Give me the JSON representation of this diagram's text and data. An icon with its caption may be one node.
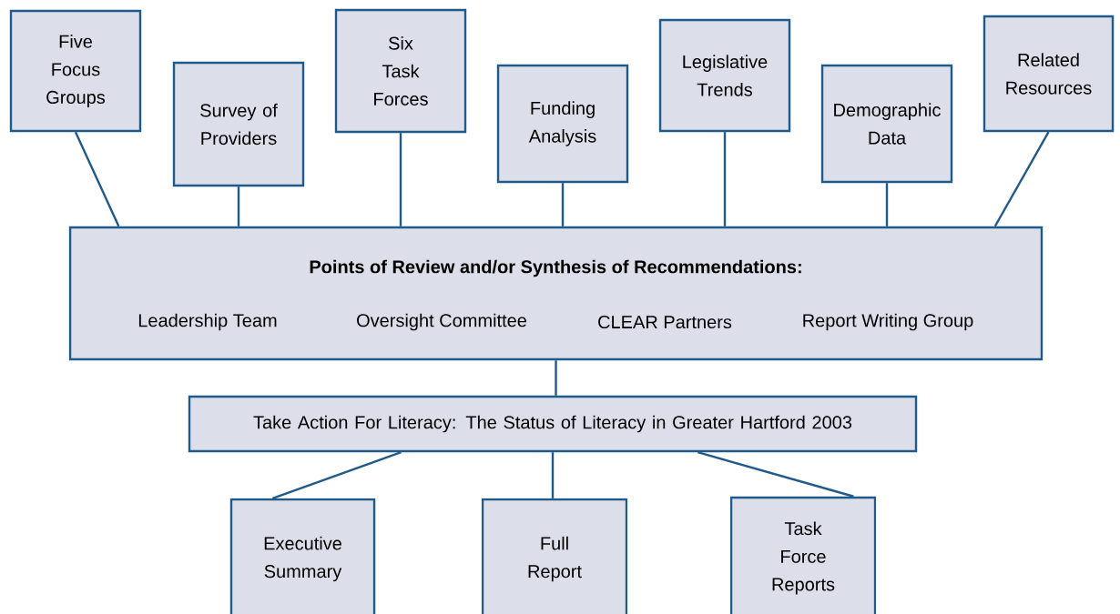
{
  "diagram": {
    "nodes": [
      {
        "text": [
          "Five Focus Groups"
        ]
      },
      {
        "text": [
          "Survey of Providers"
        ]
      },
      {
        "text": [
          "Six Task Forces"
        ]
      },
      {
        "text": [
          "Funding Analysis"
        ]
      },
      {
        "text": [
          "Legislative Trends"
        ]
      },
      {
        "text": [
          "Demographic Data"
        ]
      },
      {
        "text": [
          "Related Resources"
        ]
      },
      {
        "text": [
          "Points of Review and/or Synthesis of Recommendations:",
          "Leadership Team",
          "Oversight Committee",
          "CLEAR Partners",
          "Report Writing Group"
        ]
      },
      {
        "text": [
          "Take Action For Literacy: The Status of Literacy in Greater Hartford 2003"
        ]
      },
      {
        "text": [
          "Executive Summary"
        ]
      },
      {
        "text": [
          "Full Report"
        ]
      },
      {
        "text": [
          "Task Force Reports"
        ]
      }
    ],
    "edges": [
      {
        "from": 0,
        "to": 7,
        "arrow": "none"
      },
      {
        "from": 1,
        "to": 7,
        "arrow": "none"
      },
      {
        "from": 2,
        "to": 7,
        "arrow": "none"
      },
      {
        "from": 3,
        "to": 7,
        "arrow": "none"
      },
      {
        "from": 4,
        "to": 7,
        "arrow": "none"
      },
      {
        "from": 5,
        "to": 7,
        "arrow": "none"
      },
      {
        "from": 6,
        "to": 7,
        "arrow": "none"
      },
      {
        "from": 7,
        "to": 8,
        "arrow": "none"
      },
      {
        "from": 8,
        "to": 9,
        "arrow": "none"
      },
      {
        "from": 8,
        "to": 10,
        "arrow": "none"
      },
      {
        "from": 8,
        "to": 11,
        "arrow": "none"
      }
    ]
  }
}
